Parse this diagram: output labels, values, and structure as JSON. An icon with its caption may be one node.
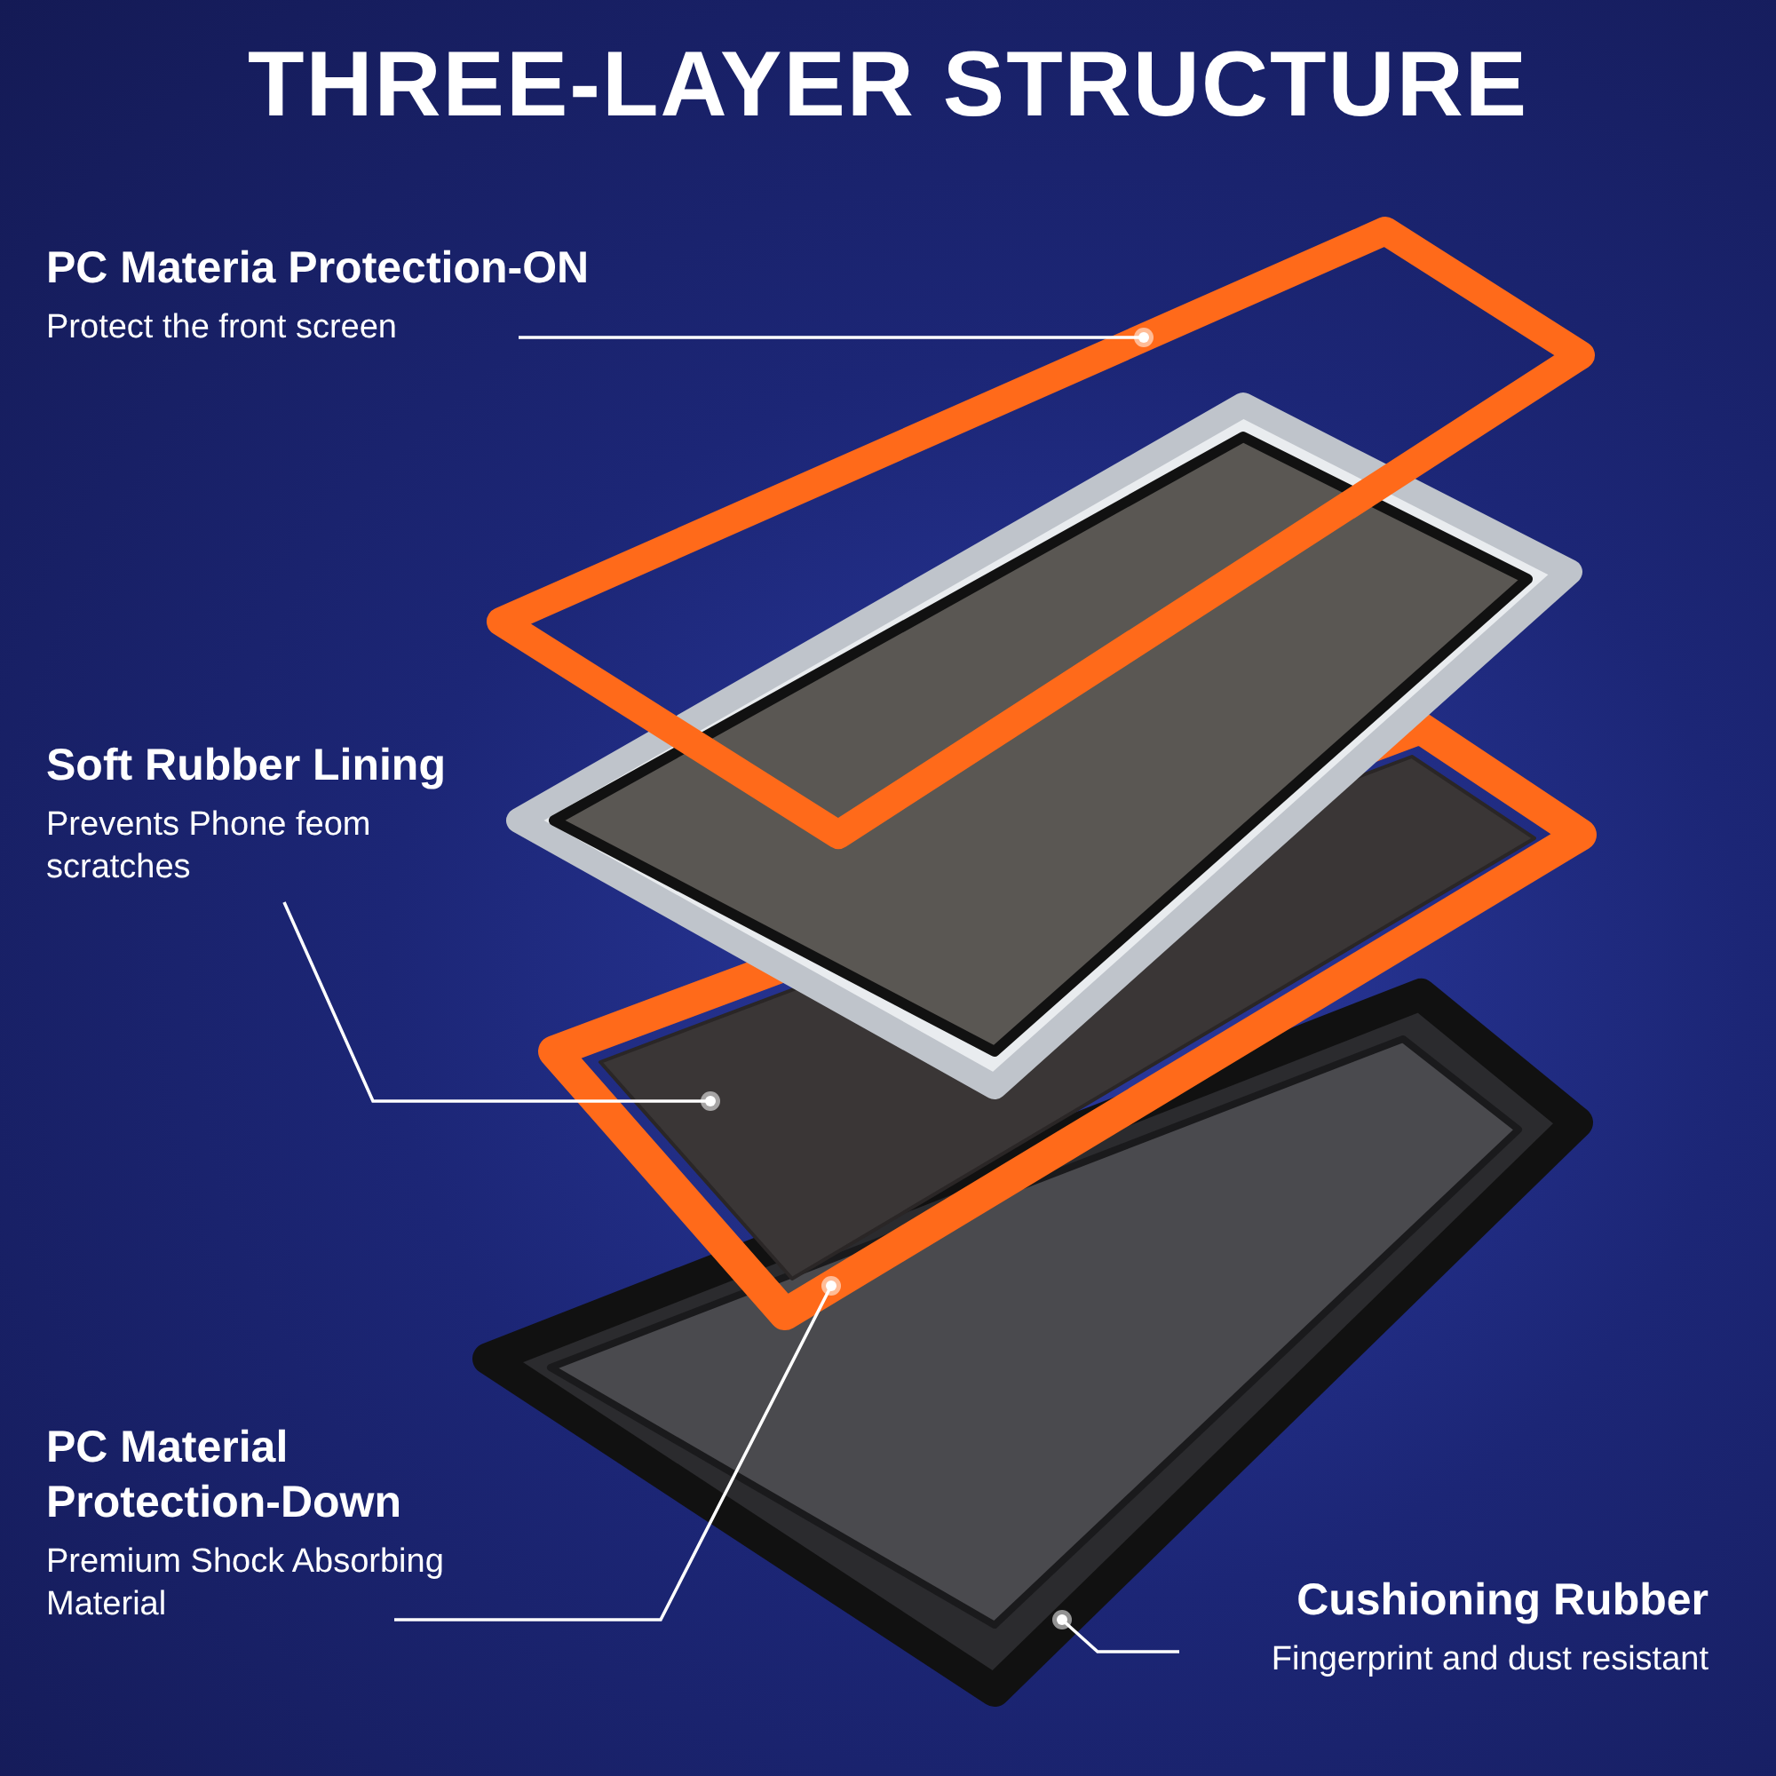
{
  "diagram": {
    "title": "THREE-LAYER STRUCTURE",
    "nodes": [
      {
        "text": [
          "PC Materia Protection-ON",
          "Protect the front screen"
        ]
      },
      {
        "text": [
          "Soft Rubber Lining",
          "Prevents Phone feom scratches"
        ]
      },
      {
        "text": [
          "PC Material Protection-Down",
          "Premium Shock Absorbing Material"
        ]
      },
      {
        "text": [
          "Cushioning Rubber",
          "Fingerprint and dust resistant"
        ]
      },
      {
        "text": [],
        "shape": "picture"
      },
      {
        "text": [],
        "shape": "picture",
        "in": 6
      },
      {
        "text": [],
        "shape": "picture"
      },
      {
        "text": [],
        "shape": "picture"
      }
    ],
    "edges": [
      {
        "from": 0,
        "to": 4,
        "arrow": "other"
      },
      {
        "from": 1,
        "to": 5,
        "arrow": "other"
      },
      {
        "from": 2,
        "to": 6,
        "arrow": "other"
      },
      {
        "from": 3,
        "to": 7,
        "arrow": "other"
      }
    ]
  }
}
